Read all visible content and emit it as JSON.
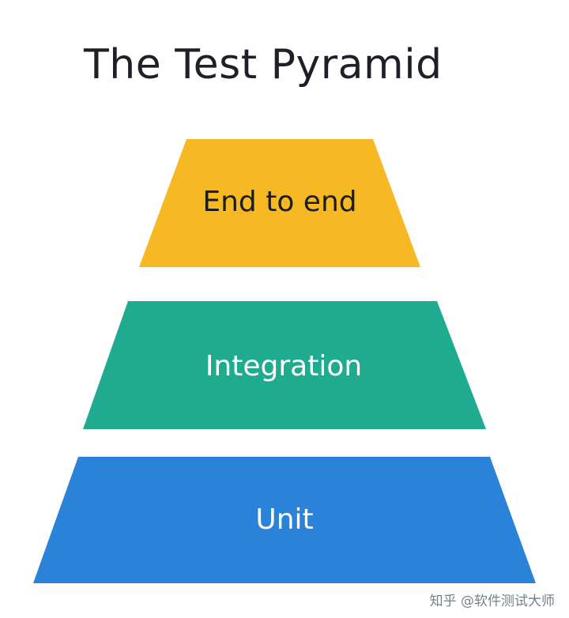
{
  "title": "The Test Pyramid",
  "tiers": [
    {
      "label": "End to end",
      "color": "#f6b924",
      "text_color": "#1d1d1d"
    },
    {
      "label": "Integration",
      "color": "#1eab8f",
      "text_color": "#ffffff"
    },
    {
      "label": "Unit",
      "color": "#2b82d9",
      "text_color": "#ffffff"
    }
  ],
  "watermark": "知乎 @软件测试大师"
}
